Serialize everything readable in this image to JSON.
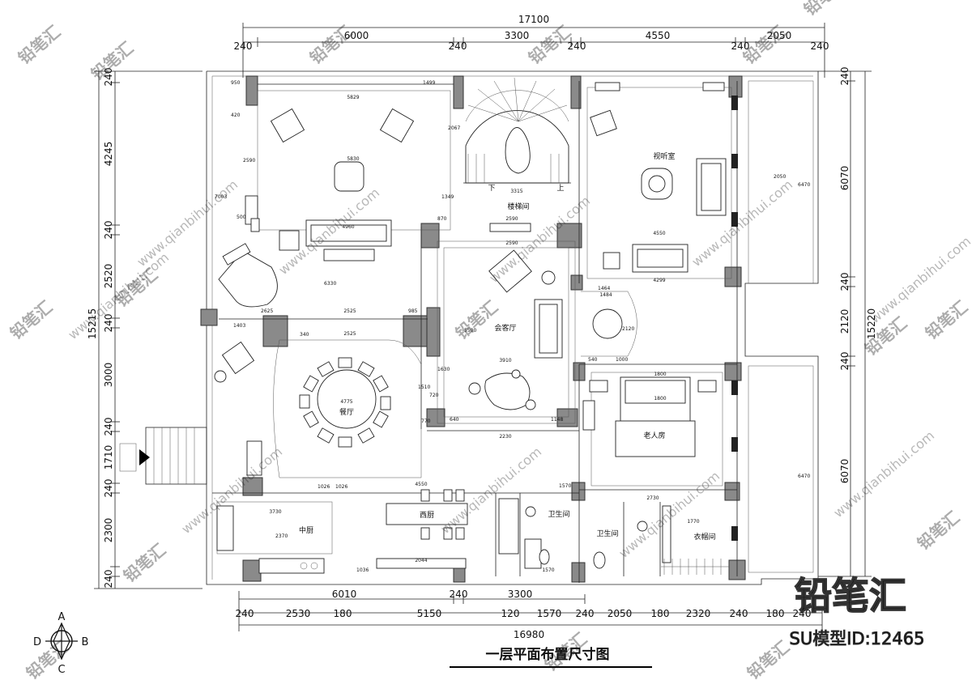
{
  "title": "一层平面布置尺寸图",
  "brand": "铅笔汇",
  "model_code": "SU模型ID:12465",
  "watermark_text": "铅笔汇",
  "watermark_url": "www.qianbihui.com",
  "compass": {
    "top": "A",
    "right": "B",
    "bottom": "C",
    "left": "D"
  },
  "dims_top": {
    "total": "17100",
    "segments": [
      "240",
      "6000",
      "240",
      "3300",
      "240",
      "4550",
      "240",
      "2050",
      "240"
    ]
  },
  "dims_bottom": {
    "total": "16980",
    "row1": [
      "6010",
      "240",
      "3300"
    ],
    "row2": [
      "240",
      "2530",
      "180",
      "5150",
      "120",
      "1570",
      "240",
      "2050",
      "180",
      "2320",
      "240",
      "180",
      "240"
    ]
  },
  "dims_left": {
    "total": "15215",
    "segments": [
      "240",
      "4245",
      "240",
      "2520",
      "240",
      "3000",
      "240",
      "1710",
      "240",
      "2300",
      "240"
    ]
  },
  "dims_right": {
    "total": "15220",
    "segments": [
      "240",
      "6070",
      "240",
      "2120",
      "240",
      "6070"
    ]
  },
  "rooms": {
    "stair": "楼梯间",
    "av": "视听室",
    "hall": "会客厅",
    "dining": "餐厅",
    "elder": "老人房",
    "kitchen": "中厨",
    "western": "西厨",
    "bath1": "卫生间",
    "bath2": "卫生间",
    "closet": "衣帽间",
    "stair_down": "下",
    "stair_up": "上"
  },
  "inner_dims": [
    "950",
    "1499",
    "5829",
    "420",
    "2590",
    "5830",
    "2067",
    "7003",
    "500",
    "1349",
    "4960",
    "870",
    "2590",
    "2590",
    "6330",
    "2625",
    "985",
    "2525",
    "2525",
    "1403",
    "340",
    "4775",
    "1026",
    "1026",
    "4550",
    "3730",
    "2370",
    "1036",
    "2044",
    "1570",
    "1570",
    "3315",
    "4550",
    "4299",
    "1484",
    "2120",
    "1800",
    "1800",
    "2730",
    "1770",
    "2050",
    "6470",
    "6470",
    "3910",
    "2230",
    "640",
    "720",
    "1148",
    "1464",
    "5500",
    "770",
    "1510",
    "1630",
    "540",
    "1000"
  ]
}
